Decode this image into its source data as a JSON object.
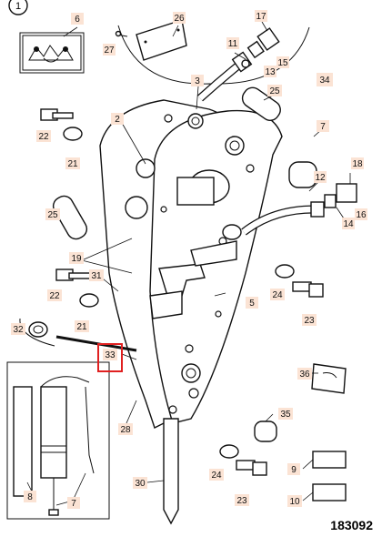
{
  "figure_number": "1",
  "drawing_number": "183092",
  "callouts": {
    "c2": "2",
    "c3": "3",
    "c5": "5",
    "c6": "6",
    "c7": "7",
    "c8": "8",
    "c9": "9",
    "c10": "10",
    "c11": "11",
    "c12": "12",
    "c13": "13",
    "c14": "14",
    "c15": "15",
    "c16": "16",
    "c17": "17",
    "c18": "18",
    "c19": "19",
    "c21a": "21",
    "c21b": "21",
    "c22a": "22",
    "c22b": "22",
    "c23a": "23",
    "c23b": "23",
    "c24a": "24",
    "c24b": "24",
    "c25a": "25",
    "c25b": "25",
    "c26": "26",
    "c27": "27",
    "c28": "28",
    "c30": "30",
    "c31": "31",
    "c32": "32",
    "c33": "33",
    "c34": "34",
    "c35": "35",
    "c36": "36"
  },
  "highlight": {
    "label": "33",
    "color": "#e02020"
  },
  "colors": {
    "callout_bg": "#fbe3d4",
    "line": "#111111"
  }
}
